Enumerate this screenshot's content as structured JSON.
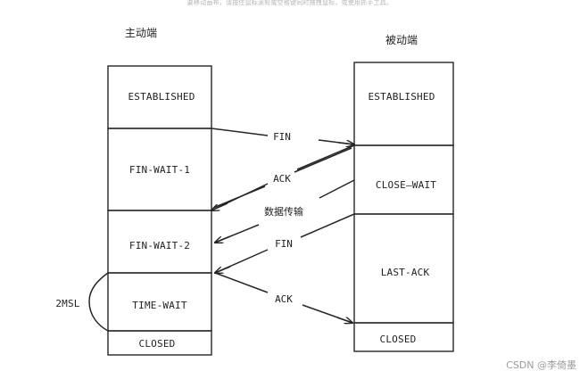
{
  "hint": "要移动画布，请按住鼠标滚轮或空格键同时拖拽鼠标，或使用抓手工具。",
  "left": {
    "title": "主动端",
    "states": [
      "ESTABLISHED",
      "FIN-WAIT-1",
      "FIN-WAIT-2",
      "TIME-WAIT",
      "CLOSED"
    ]
  },
  "right": {
    "title": "被动端",
    "states": [
      "ESTABLISHED",
      "CLOSE—WAIT",
      "LAST-ACK",
      "CLOSED"
    ]
  },
  "messages": {
    "fin1": "FIN",
    "ack1": "ACK",
    "data": "数据传输",
    "fin2": "FIN",
    "ack2": "ACK"
  },
  "timer_label": "2MSL",
  "watermark": "CSDN @李倚墨"
}
